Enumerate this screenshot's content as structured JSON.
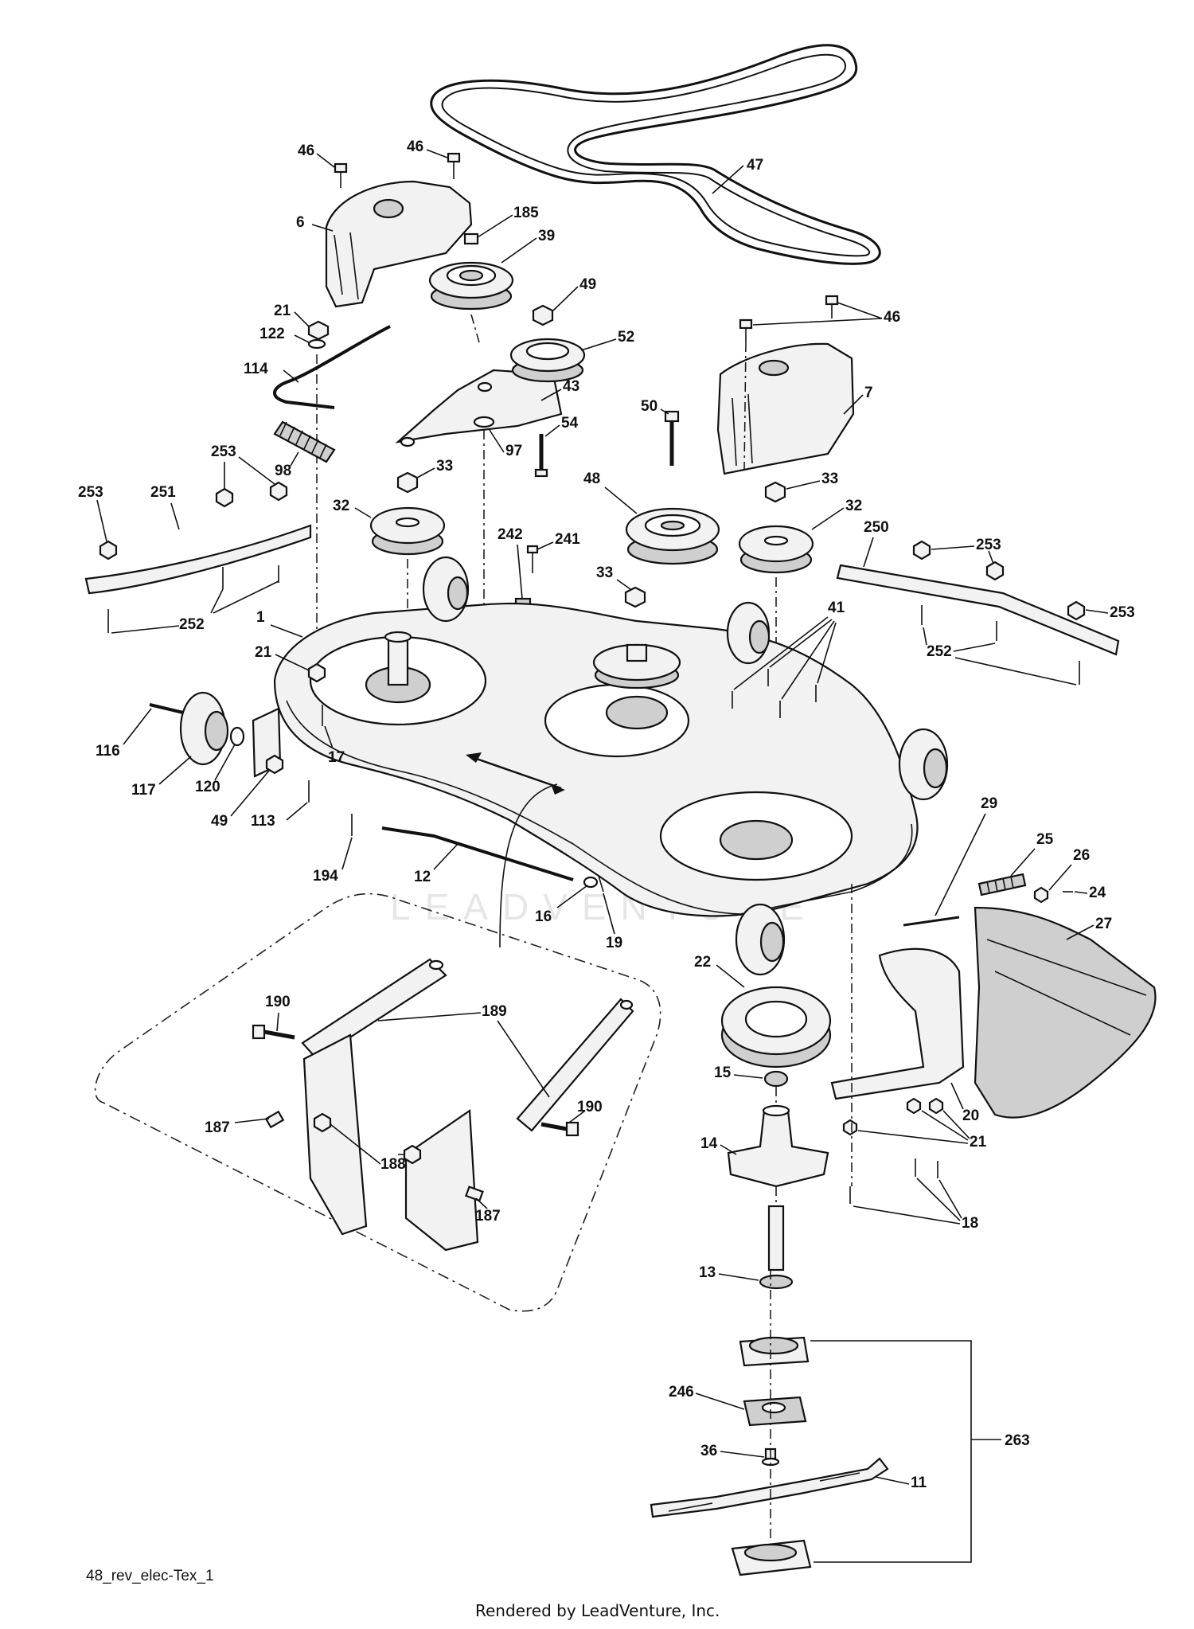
{
  "diagram": {
    "labels": {
      "l1": "1",
      "l6": "6",
      "l7": "7",
      "l11": "11",
      "l12": "12",
      "l13": "13",
      "l14": "14",
      "l15": "15",
      "l16": "16",
      "l17": "17",
      "l18": "18",
      "l19": "19",
      "l20": "20",
      "l21a": "21",
      "l21b": "21",
      "l21c": "21",
      "l22": "22",
      "l24": "24",
      "l25": "25",
      "l26": "26",
      "l27": "27",
      "l29": "29",
      "l32a": "32",
      "l32b": "32",
      "l33a": "33",
      "l33b": "33",
      "l33c": "33",
      "l36": "36",
      "l39": "39",
      "l41": "41",
      "l43": "43",
      "l46a": "46",
      "l46b": "46",
      "l46c": "46",
      "l47": "47",
      "l48": "48",
      "l49a": "49",
      "l49b": "49",
      "l50": "50",
      "l52": "52",
      "l54": "54",
      "l97": "97",
      "l98": "98",
      "l113": "113",
      "l114": "114",
      "l116": "116",
      "l117": "117",
      "l120": "120",
      "l122": "122",
      "l185": "185",
      "l187a": "187",
      "l187b": "187",
      "l188": "188",
      "l189": "189",
      "l190a": "190",
      "l190b": "190",
      "l194": "194",
      "l241": "241",
      "l242": "242",
      "l246": "246",
      "l250": "250",
      "l251": "251",
      "l252a": "252",
      "l252b": "252",
      "l253a": "253",
      "l253b": "253",
      "l253c": "253",
      "l253d": "253",
      "l263": "263"
    },
    "reference": "48_rev_elec-Tex_1",
    "watermark": "LEADVENTURE",
    "footer": "Rendered by LeadVenture, Inc."
  }
}
